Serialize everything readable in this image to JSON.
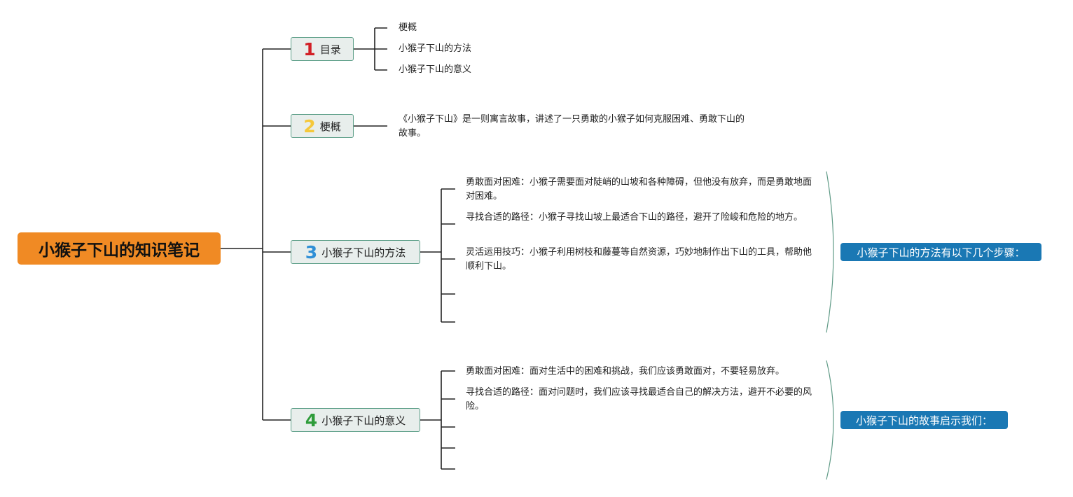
{
  "root": {
    "title": "小猴子下山的知识笔记"
  },
  "colors": {
    "root_bg": "#f08a24",
    "branch_bg": "#e8eeec",
    "branch_border": "#5fa08a",
    "summary_bg": "#1a78b4",
    "num1": "#d21f26",
    "num2": "#f5c83a",
    "num3": "#2f8fd6",
    "num4": "#2e9c3a"
  },
  "branches": [
    {
      "num": "1",
      "label": "目录",
      "children": [
        "梗概",
        "小猴子下山的方法",
        "小猴子下山的意义"
      ]
    },
    {
      "num": "2",
      "label": "梗概",
      "text": "《小猴子下山》是一则寓言故事，讲述了一只勇敢的小猴子如何克服困难、勇敢下山的故事。"
    },
    {
      "num": "3",
      "label": "小猴子下山的方法",
      "items": [
        "勇敢面对困难：小猴子需要面对陡峭的山坡和各种障碍，但他没有放弃，而是勇敢地面对困难。",
        "寻找合适的路径：小猴子寻找山坡上最适合下山的路径，避开了险峻和危险的地方。",
        "灵活运用技巧：小猴子利用树枝和藤蔓等自然资源，巧妙地制作出下山的工具，帮助他顺利下山。"
      ],
      "summary": "小猴子下山的方法有以下几个步骤："
    },
    {
      "num": "4",
      "label": "小猴子下山的意义",
      "items": [
        "勇敢面对困难：面对生活中的困难和挑战，我们应该勇敢面对，不要轻易放弃。",
        "寻找合适的路径：面对问题时，我们应该寻找最适合自己的解决方法，避开不必要的风险。"
      ],
      "summary": "小猴子下山的故事启示我们："
    }
  ]
}
